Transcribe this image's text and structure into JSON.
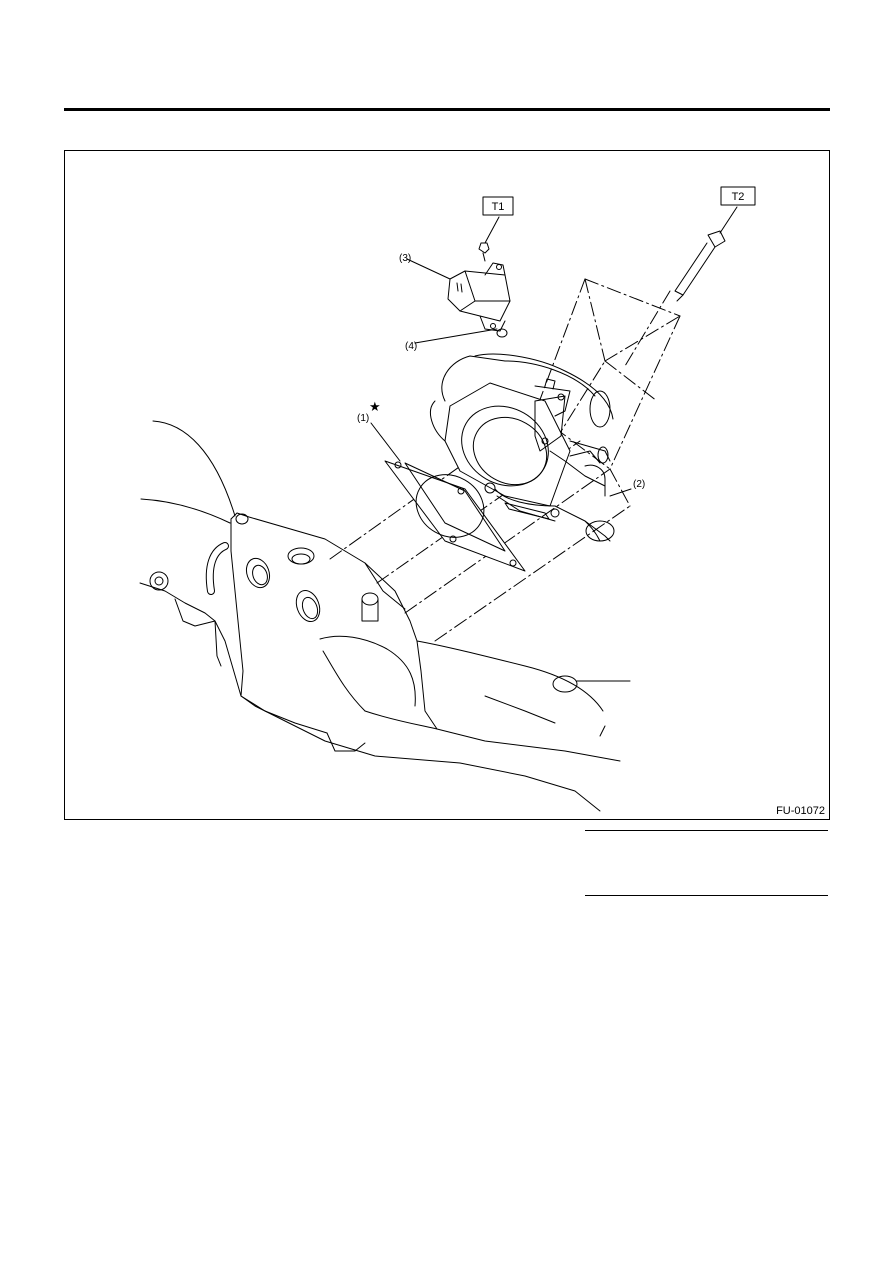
{
  "figure": {
    "code": "FU-01072",
    "callouts": {
      "t1": "T1",
      "t2": "T2",
      "c1": "(1)",
      "c2": "(2)",
      "c3": "(3)",
      "c4": "(4)",
      "star": "★"
    }
  }
}
